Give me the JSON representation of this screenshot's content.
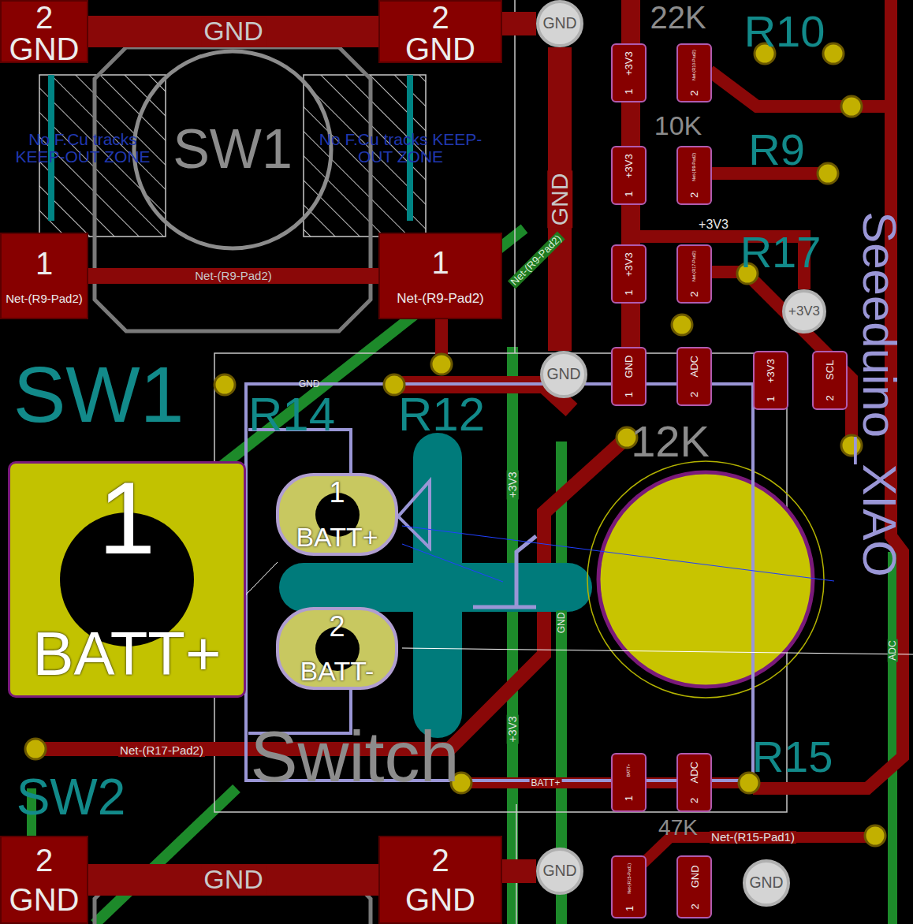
{
  "diagram": {
    "nodes": [
      {
        "text": [
          "2",
          "GND"
        ]
      },
      {
        "text": [
          "2",
          "GND"
        ]
      },
      {
        "text": [
          "GND"
        ]
      },
      {
        "text": [
          "1",
          "+3V3"
        ]
      },
      {
        "text": [
          "2",
          "Net-(R10-Pad2)"
        ]
      },
      {
        "text": [
          "1",
          "+3V3"
        ]
      },
      {
        "text": [
          "2",
          "Net-(R9-Pad2)"
        ]
      },
      {
        "text": [
          "1",
          "Net-(R9-Pad2)"
        ]
      },
      {
        "text": [
          "1",
          "Net-(R9-Pad2)"
        ]
      },
      {
        "text": [
          "1",
          "+3V3"
        ]
      },
      {
        "text": [
          "2",
          "Net-(R17-Pad2)"
        ]
      },
      {
        "text": [
          "+3V3"
        ]
      },
      {
        "text": [
          "GND"
        ]
      },
      {
        "text": [
          "1",
          "GND"
        ]
      },
      {
        "text": [
          "2",
          "ADC"
        ]
      },
      {
        "text": [
          "1",
          "+3V3"
        ]
      },
      {
        "text": [
          "2",
          "SCL"
        ]
      },
      {
        "text": [
          "1",
          "BATT+"
        ]
      },
      {
        "text": [
          "1",
          "BATT+"
        ]
      },
      {
        "text": [
          "2",
          "BATT-"
        ]
      },
      {
        "text": [
          "1",
          "BATT+"
        ]
      },
      {
        "text": [
          "2",
          "ADC"
        ]
      },
      {
        "text": [
          "2",
          "GND"
        ]
      },
      {
        "text": [
          "2",
          "GND"
        ]
      },
      {
        "text": [
          "GND"
        ]
      },
      {
        "text": [
          "1",
          "Net-(R15-Pad1)"
        ]
      },
      {
        "text": [
          "2",
          "GND"
        ]
      },
      {
        "text": [
          "GND"
        ]
      }
    ],
    "edges": [
      {
        "from": 0,
        "to": 1,
        "label": "GND",
        "arrow": "none"
      },
      {
        "from": 1,
        "to": 2,
        "arrow": "none"
      },
      {
        "from": 7,
        "to": 8,
        "label": "Net-(R9-Pad2)",
        "arrow": "none"
      },
      {
        "from": 2,
        "to": 12,
        "label": "GND",
        "arrow": "none"
      },
      {
        "from": 22,
        "to": 23,
        "label": "GND",
        "arrow": "none"
      },
      {
        "from": 23,
        "to": 24,
        "arrow": "none"
      }
    ],
    "labels": [
      "SW1",
      "No F.Cu tracks KEEP-OUT ZONE",
      "No F.Cu tracks KEEP-OUT ZONE",
      "22K",
      "10K",
      "+3V3",
      "Net-(R9-Pad2)",
      "R10",
      "R9",
      "R17",
      "GND",
      "SW1",
      "R14",
      "R12",
      "12K",
      "Seeeduino_XIAO",
      "+3V3",
      "GND",
      "ADC",
      "+3V3",
      "Net-(R17-Pad2)",
      "R15",
      "Switch",
      "BATT+",
      "SW2",
      "47K",
      "Net-(R15-Pad1)"
    ]
  }
}
